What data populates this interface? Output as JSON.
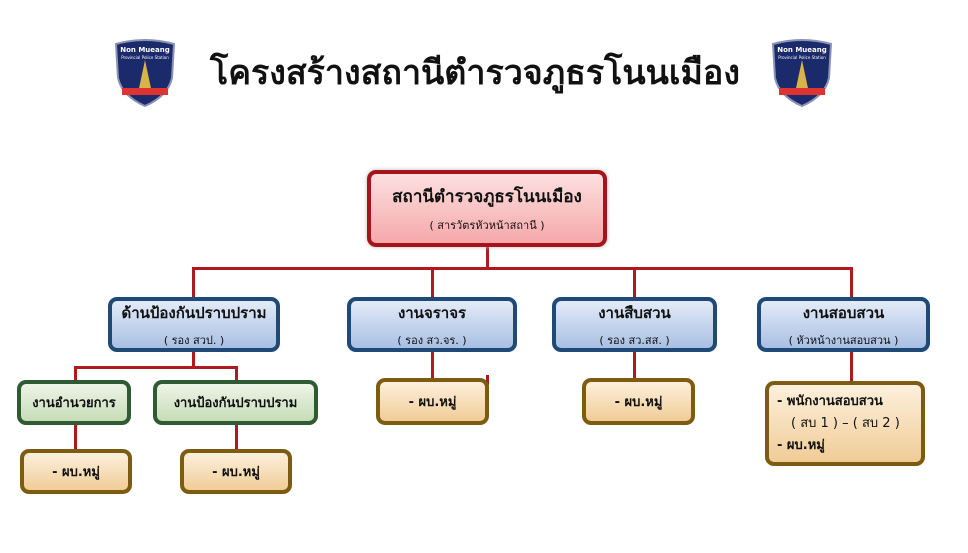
{
  "title": "โครงสร้างสถานีตำรวจภูธรโนนเมือง",
  "logo": {
    "line1": "Non Mueang",
    "line2": "Provincial Police Station"
  },
  "root": {
    "title": "สถานีตำรวจภูธรโนนเมือง",
    "subtitle": "( สารวัตรหัวหน้าสถานี )"
  },
  "departments": [
    {
      "title": "ด้านป้องกันปราบปราม",
      "subtitle": "( รอง สวป. )"
    },
    {
      "title": "งานจราจร",
      "subtitle": "( รอง สว.จร. )"
    },
    {
      "title": "งานสืบสวน",
      "subtitle": "( รอง สว.สส. )"
    },
    {
      "title": "งานสอบสวน",
      "subtitle": "( หัวหน้างานสอบสวน )"
    }
  ],
  "subunits": [
    "งานอำนวยการ",
    "งานป้องกันปราบปราม"
  ],
  "leaf": "- ผบ.หมู่",
  "investigation": {
    "line1": "- พนักงานสอบสวน",
    "line2": "( สบ 1 ) – ( สบ 2 )",
    "line3": "- ผบ.หมู่"
  }
}
